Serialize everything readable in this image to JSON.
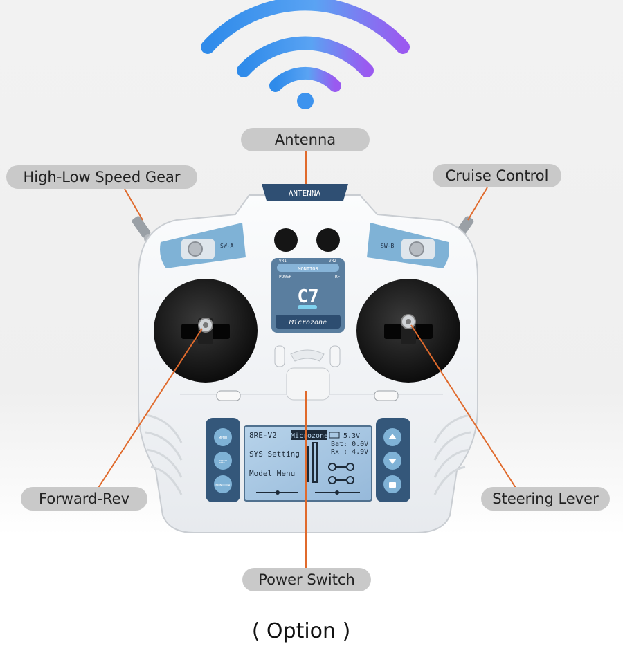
{
  "callouts": {
    "antenna": "Antenna",
    "gear": "High-Low Speed Gear",
    "cruise": "Cruise Control",
    "forward_rev": "Forward-Rev",
    "steering": "Steering Lever",
    "power": "Power Switch"
  },
  "option_text": "( Option )",
  "device": {
    "antenna_badge": "ANTENNA",
    "switch_a": "SW-A",
    "switch_b": "SW-B",
    "panel": {
      "vr1": "VR1",
      "vr2": "VR2",
      "monitor": "MONITOR",
      "power": "POWER",
      "rf": "RF",
      "model": "C7",
      "brand": "Microzone"
    },
    "lcd": {
      "model_name": "8RE-V2",
      "brand": "Microzone",
      "tx_volt": "5.3V",
      "bat": "Bat: 0.0V",
      "rx": "Rx : 4.9V",
      "menu1": "SYS Setting",
      "menu2": "Model Menu"
    },
    "left_buttons": [
      "MENU",
      "EXIT",
      "MONITOR"
    ]
  },
  "colors": {
    "callout_bg": "#c9c9c9",
    "leader_line": "#e06a2c",
    "wifi_blue": "#3b8ee8",
    "wifi_purple": "#8a5cf0",
    "lcd_bg": "#a9c9e4",
    "panel_navy": "#34577a"
  }
}
